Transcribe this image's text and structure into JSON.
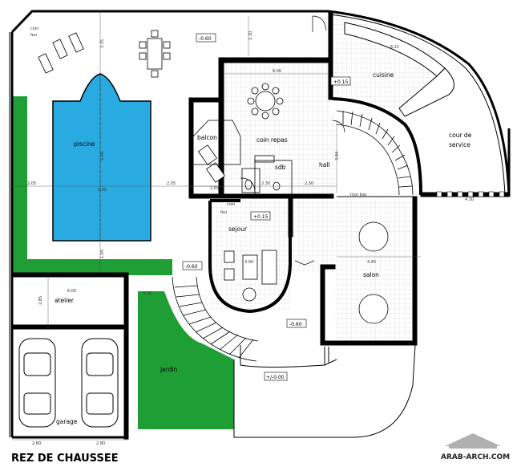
{
  "title": "REZ DE CHAUSSEE",
  "watermark": "ARAB-ARCH.COM",
  "colors": {
    "wall": "#000000",
    "pool": "#29abe2",
    "garden": "#1f9e35",
    "tile": "#c8c8c8",
    "background": "#ffffff"
  },
  "rooms": {
    "piscine": "piscine",
    "cuisine": "cuisine",
    "cour": "cour de",
    "cour2": "service",
    "balcon": "balcon",
    "coin_repas": "coin repas",
    "sdb": "sdb",
    "hall": "hall",
    "sejour": "sejour",
    "salon": "salon",
    "atelier": "atelier",
    "jardin": "jardin",
    "garage": "garage",
    "coin_feu_1a": "coin",
    "coin_feu_1b": "feu",
    "coin_feu_2a": "coin",
    "coin_feu_2b": "feu",
    "mur_bas": "mur bas"
  },
  "levels": {
    "l1": "-0.60",
    "l2": "+0.15",
    "l3": "+0.15",
    "l4": "-0.60",
    "l5": "-0.60",
    "l6": "+/-0.00"
  },
  "dimensions": {
    "d1": "2.05",
    "d2": "5.00",
    "d3": "2.05",
    "d4": "2.30",
    "d5": "2.30",
    "d6": "6.00",
    "d7": "6.21",
    "d8": "6.00",
    "d9": "2.80",
    "d10": "2.80",
    "d11": "2.85",
    "d12": "5.60",
    "d13": "4.45",
    "d14": "3.90",
    "d15": "3.30",
    "d16": "3.84",
    "d17": "3.35",
    "d18": "2.30",
    "d19": "1.65",
    "d20": "2.65",
    "d21": "4.30"
  }
}
